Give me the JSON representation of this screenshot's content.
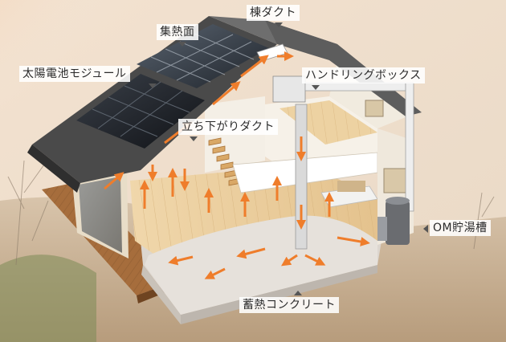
{
  "labels": {
    "ridge_duct": "棟ダクト",
    "collector": "集熱面",
    "solar_module": "太陽電池モジュール",
    "handling_box": "ハンドリングボックス",
    "riser_duct": "立ち下がりダクト",
    "hot_water_tank": "OM貯湯槽",
    "thermal_concrete": "蓄熱コンクリート"
  },
  "colors": {
    "airflow_arrow": "#ef7d2b",
    "roof": "#4a4a4a",
    "solar_panel": "#1d2026",
    "floor_wood": "#e9cfa1",
    "concrete": "#e3ddd6",
    "walls": "#f7f4ee",
    "ground": "#c9b49a"
  }
}
